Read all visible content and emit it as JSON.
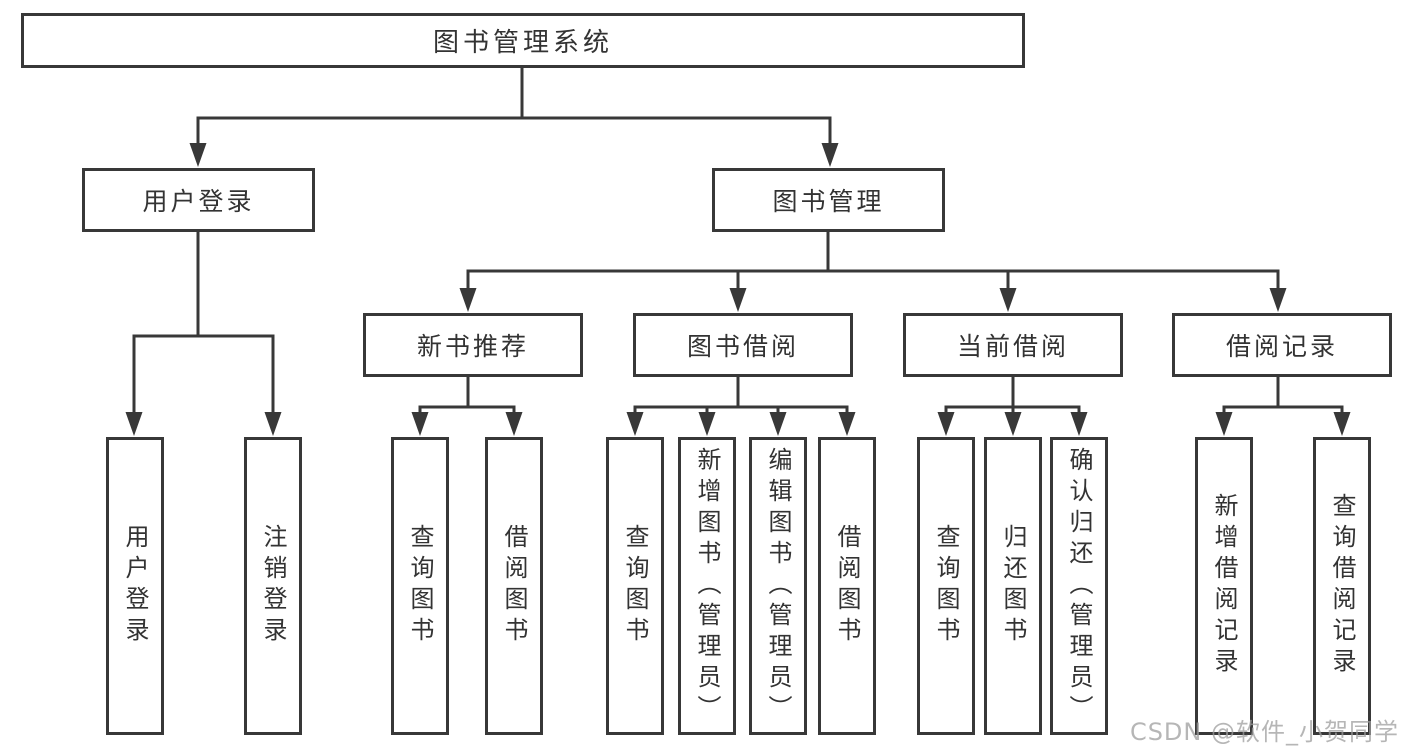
{
  "diagram": {
    "title": "图书管理系统",
    "line_color": "#383838",
    "text_color": "#333333",
    "nodes": {
      "root": {
        "label": "图书管理系统"
      },
      "user_login": {
        "label": "用户登录"
      },
      "book_mgmt": {
        "label": "图书管理"
      },
      "new_book_rec": {
        "label": "新书推荐"
      },
      "book_borrow": {
        "label": "图书借阅"
      },
      "current_borrow": {
        "label": "当前借阅"
      },
      "borrow_records": {
        "label": "借阅记录"
      },
      "ul_login": {
        "label": "用户登录"
      },
      "ul_logout": {
        "label": "注销登录"
      },
      "nb_query": {
        "label": "查询图书"
      },
      "nb_borrow": {
        "label": "借阅图书"
      },
      "bb_query": {
        "label": "查询图书"
      },
      "bb_add": {
        "label": "新增图书（管理员）"
      },
      "bb_edit": {
        "label": "编辑图书（管理员）"
      },
      "bb_borrow": {
        "label": "借阅图书"
      },
      "cb_query": {
        "label": "查询图书"
      },
      "cb_return": {
        "label": "归还图书"
      },
      "cb_confirm": {
        "label": "确认归还（管理员）"
      },
      "br_add": {
        "label": "新增借阅记录"
      },
      "br_query": {
        "label": "查询借阅记录"
      }
    }
  },
  "watermark": {
    "text": "CSDN @软件_小贺同学"
  }
}
